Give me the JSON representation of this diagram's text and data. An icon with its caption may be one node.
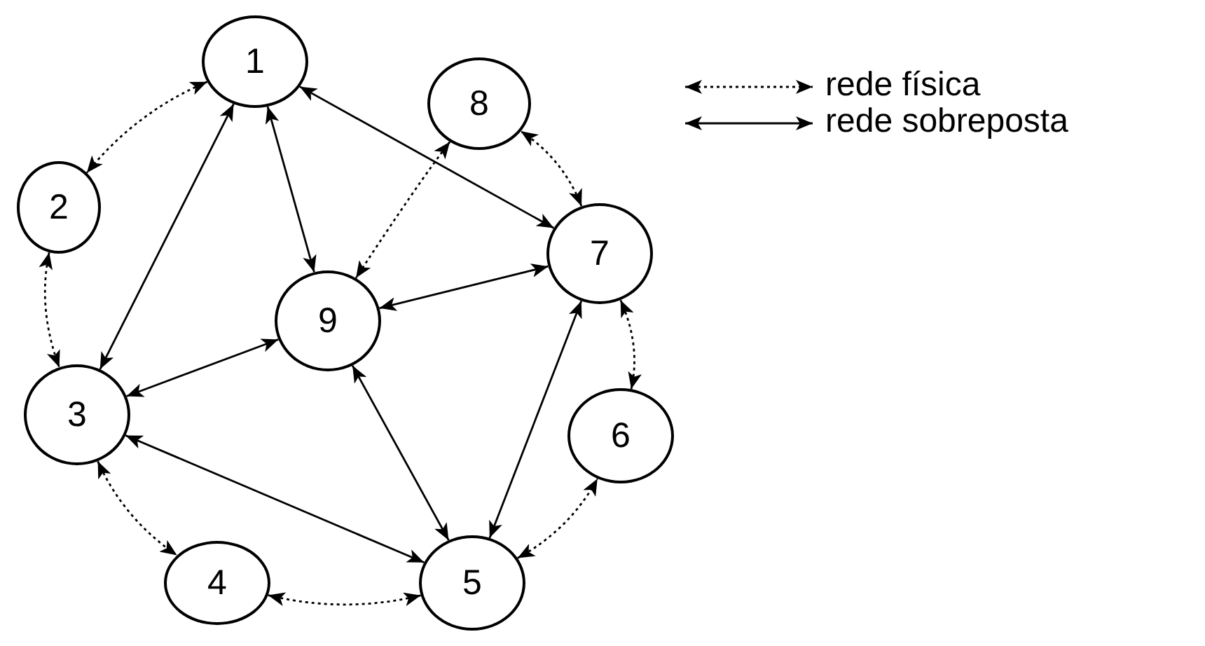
{
  "diagram": {
    "nodes": [
      {
        "text": [
          "1"
        ]
      },
      {
        "text": [
          "2"
        ]
      },
      {
        "text": [
          "3"
        ]
      },
      {
        "text": [
          "4"
        ]
      },
      {
        "text": [
          "5"
        ]
      },
      {
        "text": [
          "6"
        ]
      },
      {
        "text": [
          "7"
        ]
      },
      {
        "text": [
          "8"
        ]
      },
      {
        "text": [
          "9"
        ]
      }
    ],
    "edges": [
      {
        "from": 0,
        "to": 1,
        "arrow": "both",
        "style": "dashed"
      },
      {
        "from": 1,
        "to": 2,
        "arrow": "both",
        "style": "dashed"
      },
      {
        "from": 2,
        "to": 3,
        "arrow": "both",
        "style": "dashed"
      },
      {
        "from": 3,
        "to": 4,
        "arrow": "both",
        "style": "dashed"
      },
      {
        "from": 4,
        "to": 5,
        "arrow": "both",
        "style": "dashed"
      },
      {
        "from": 5,
        "to": 6,
        "arrow": "both",
        "style": "dashed"
      },
      {
        "from": 6,
        "to": 7,
        "arrow": "both",
        "style": "dashed"
      },
      {
        "from": 7,
        "to": 8,
        "arrow": "both",
        "style": "dashed"
      },
      {
        "from": 0,
        "to": 2,
        "arrow": "both"
      },
      {
        "from": 0,
        "to": 8,
        "arrow": "both"
      },
      {
        "from": 0,
        "to": 6,
        "arrow": "both"
      },
      {
        "from": 8,
        "to": 6,
        "arrow": "both"
      },
      {
        "from": 8,
        "to": 2,
        "arrow": "both"
      },
      {
        "from": 8,
        "to": 4,
        "arrow": "both"
      },
      {
        "from": 2,
        "to": 4,
        "arrow": "both"
      },
      {
        "from": 6,
        "to": 4,
        "arrow": "both"
      }
    ],
    "legend": [
      {
        "text": "rede física"
      },
      {
        "text": "rede sobreposta"
      }
    ]
  }
}
